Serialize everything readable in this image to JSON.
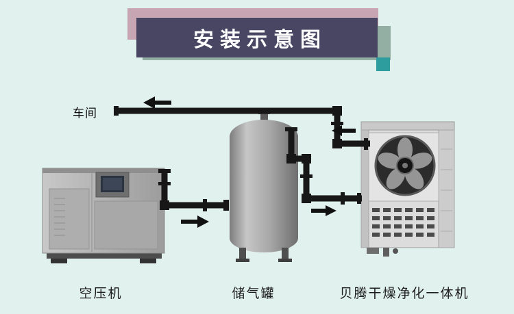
{
  "title": {
    "text": "安装示意图"
  },
  "labels": {
    "workshop": "车间",
    "compressor": "空压机",
    "tank": "储气罐",
    "dryer": "贝腾干燥净化一体机"
  },
  "colors": {
    "background": "#e1f1ee",
    "title_banner": "#494663",
    "title_back_pink": "#c7a5b2",
    "title_shadow_sage": "#93afa3",
    "teal_accent": "#2d9d9d",
    "pipe": "#171717",
    "machine_gray": "#a8a8a8"
  },
  "icons": {
    "fan": "circular-axial-fan",
    "flow_arrow": "solid-flow-arrow"
  }
}
